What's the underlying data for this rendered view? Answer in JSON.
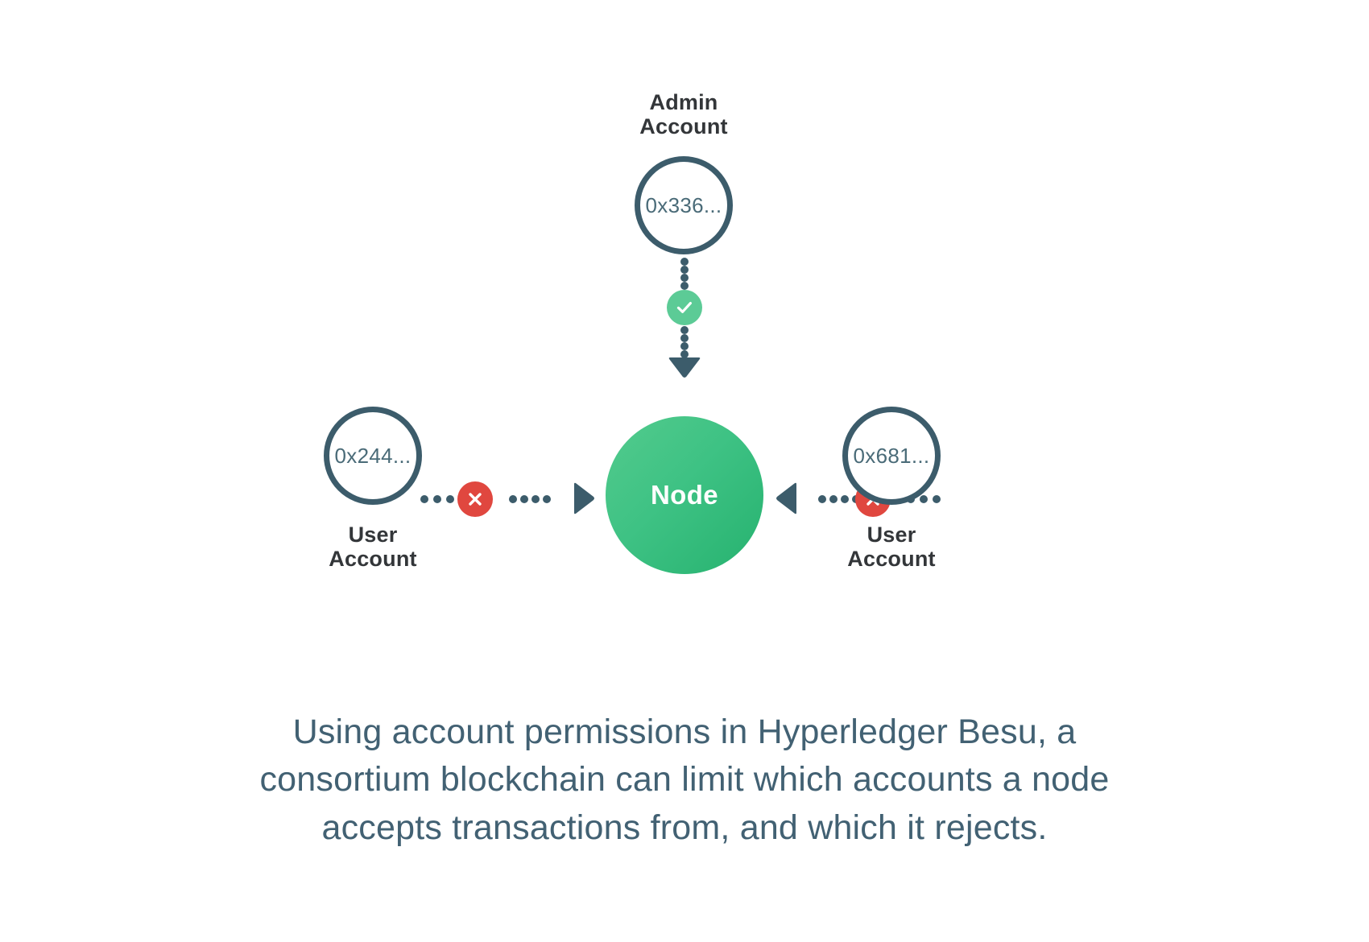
{
  "diagram": {
    "title": "Hyperledger Besu account permissions",
    "colors": {
      "accent_green": "#3ec284",
      "node_gradient_from": "#53cb8d",
      "node_gradient_to": "#26b26f",
      "allow_badge": "#5ccb96",
      "deny_badge": "#e0473f",
      "outline_slate": "#3c5c6b",
      "address_text": "#4a6b78",
      "label_text": "#333639",
      "caption_text": "#426173",
      "background": "#ffffff"
    },
    "center_node": {
      "label": "Node"
    },
    "accounts": [
      {
        "id": "admin",
        "label": "Admin\nAccount",
        "address": "0x336...",
        "position": "top",
        "permission": "allowed",
        "badge_icon": "check-icon",
        "arrow_direction": "down"
      },
      {
        "id": "user-left",
        "label": "User\nAccount",
        "address": "0x244...",
        "position": "left",
        "permission": "rejected",
        "badge_icon": "x-icon",
        "arrow_direction": "right"
      },
      {
        "id": "user-right",
        "label": "User\nAccount",
        "address": "0x681...",
        "position": "right",
        "permission": "rejected",
        "badge_icon": "x-icon",
        "arrow_direction": "left"
      }
    ]
  },
  "caption": {
    "text": "Using account permissions in Hyperledger Besu, a\nconsortium blockchain can limit which accounts a node\naccepts transactions from, and which it rejects."
  }
}
